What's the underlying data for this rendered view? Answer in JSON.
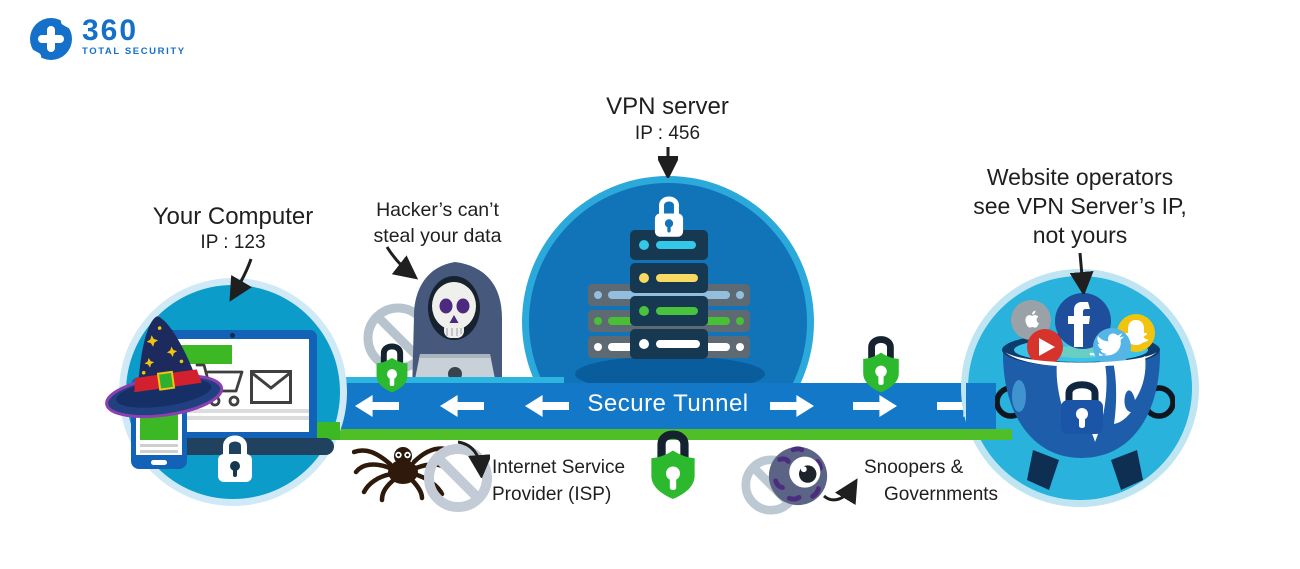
{
  "brand": {
    "name": "360",
    "tagline": "TOTAL SECURITY"
  },
  "computer": {
    "title": "Your Computer",
    "ip": "IP : 123"
  },
  "hacker_callout": {
    "line1": "Hacker’s can’t",
    "line2": "steal your data"
  },
  "vpn": {
    "title": "VPN server",
    "ip": "IP : 456"
  },
  "website_callout": {
    "line1": "Website operators",
    "line2": "see VPN Server’s IP,",
    "line3": "not yours"
  },
  "tunnel": {
    "label": "Secure Tunnel",
    "left_arrow_count": 3,
    "right_arrow_count": 3
  },
  "isp_callout": {
    "line1": "Internet Service",
    "line2": "Provider (ISP)"
  },
  "snoopers_callout": {
    "line1": "Snoopers &",
    "line2": "Governments"
  },
  "icons": {
    "brand": "shield-cross-icon",
    "computer_node": [
      "laptop-icon",
      "smartphone-icon",
      "wizard-hat-icon",
      "shopping-cart-icon",
      "envelope-icon",
      "padlock-icon"
    ],
    "hacker": [
      "hooded-skull-icon",
      "prohibition-icon",
      "shield-lock-icon"
    ],
    "vpn_node": [
      "server-stack-icon",
      "padlock-icon"
    ],
    "tunnel": [
      "left-arrow-icon",
      "right-arrow-icon",
      "shield-lock-icon"
    ],
    "isp": [
      "spider-icon",
      "prohibition-icon"
    ],
    "snoopers": [
      "eyeball-icon",
      "prohibition-icon"
    ],
    "website_node": [
      "cauldron-icon",
      "padlock-icon",
      "apple-icon",
      "facebook-icon",
      "youtube-icon",
      "twitter-icon",
      "snapchat-icon"
    ]
  },
  "colors": {
    "brand_blue": "#1470c8",
    "text": "#1f1f1f",
    "tunnel_blue": "#1478c8",
    "tunnel_green": "#4fbe27",
    "tunnel_cyan": "#2bb5df",
    "left_circle": "#0c9cc9",
    "left_circle_ring": "#cfeaf6",
    "vpn_circle": "#1173b8",
    "vpn_circle_ring": "#2aa9da",
    "right_circle": "#28b2dc",
    "right_circle_ring": "#bfe5f3",
    "shield_green": "#2db92d",
    "server_navy": "#163850",
    "facebook": "#1f4e9c",
    "youtube": "#d5332c",
    "twitter": "#55b5e6",
    "snapchat": "#f2c40f",
    "apple_gray": "#9aa2a8"
  }
}
